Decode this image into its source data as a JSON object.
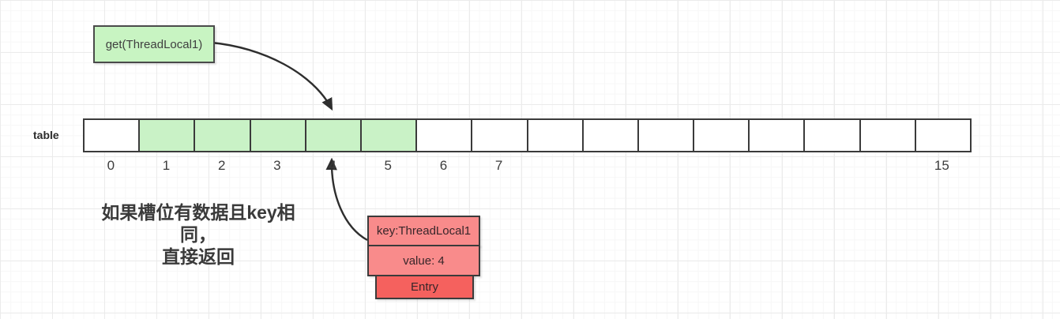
{
  "diagram": {
    "get_box": {
      "label": "get(ThreadLocal1)"
    },
    "table": {
      "label": "table",
      "cells": [
        {
          "label": "0",
          "highlighted": false
        },
        {
          "label": "1",
          "highlighted": true
        },
        {
          "label": "2",
          "highlighted": true
        },
        {
          "label": "3",
          "highlighted": true
        },
        {
          "label": "4",
          "highlighted": true
        },
        {
          "label": "5",
          "highlighted": true
        },
        {
          "label": "6",
          "highlighted": false
        },
        {
          "label": "7",
          "highlighted": false
        },
        {
          "label": "",
          "highlighted": false
        },
        {
          "label": "",
          "highlighted": false
        },
        {
          "label": "",
          "highlighted": false
        },
        {
          "label": "",
          "highlighted": false
        },
        {
          "label": "",
          "highlighted": false
        },
        {
          "label": "",
          "highlighted": false
        },
        {
          "label": "",
          "highlighted": false
        },
        {
          "label": "15",
          "highlighted": false
        }
      ]
    },
    "entry": {
      "key_label": "key:ThreadLocal1",
      "value_label": "value: 4",
      "title": "Entry"
    },
    "annotation": {
      "line1": "如果槽位有数据且key相同，",
      "line2": "直接返回"
    }
  },
  "colors": {
    "green_box_fill": "#c8f4c2",
    "green_cell_fill": "#c9f2c6",
    "pink_fill": "#f98b8b",
    "red_fill": "#f5615e",
    "box_border": "#3b3b3b",
    "arrow": "#2e2e2e",
    "text_dark": "#3a3a3a",
    "grid_major": "#ebebeb",
    "grid_minor": "#f7f7f7"
  }
}
